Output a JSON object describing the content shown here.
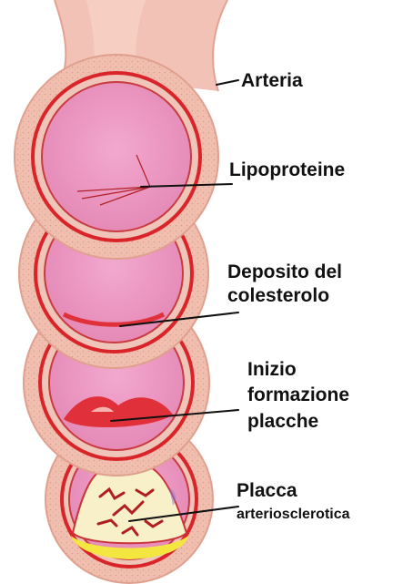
{
  "labels": {
    "arteria": "Arteria",
    "lipoproteine": "Lipoproteine",
    "deposito_line1": "Deposito del",
    "deposito_line2": "colesterolo",
    "inizio_line1": "Inizio",
    "inizio_line2": "formazione",
    "inizio_line3": "placche",
    "placca_line1": "Placca",
    "placca_line2": "arteriosclerotica"
  },
  "colors": {
    "artery_outer": "#efb8a8",
    "artery_wall_red": "#d9252a",
    "lumen": "#ec98c3",
    "plaque_yellow": "#f3e640",
    "plaque_cream": "#f8f0c8",
    "leader_line": "#111111"
  }
}
